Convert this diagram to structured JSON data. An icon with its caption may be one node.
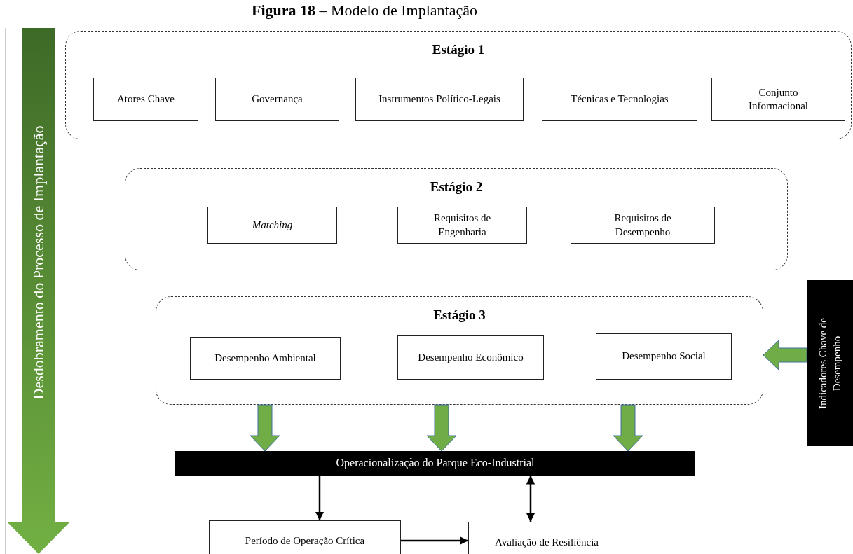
{
  "diagram": {
    "title": "**Figura 18** – Modelo de Implantação",
    "nodes": [
      {
        "text": [
          "Desdobramento do Processo de Implantação"
        ]
      },
      {
        "text": [
          "Estágio 1"
        ]
      },
      {
        "text": [
          "Atores Chave"
        ],
        "in": 1
      },
      {
        "text": [
          "Governança"
        ],
        "in": 1
      },
      {
        "text": [
          "Instrumentos Político-Legais"
        ],
        "in": 1
      },
      {
        "text": [
          "Técnicas e Tecnologias"
        ],
        "in": 1
      },
      {
        "text": [
          "Conjunto Informacional"
        ],
        "in": 1
      },
      {
        "text": [
          "Estágio 2"
        ]
      },
      {
        "text": [
          "Matching"
        ],
        "in": 7
      },
      {
        "text": [
          "Requisitos de Engenharia"
        ],
        "in": 7
      },
      {
        "text": [
          "Requisitos de Desempenho"
        ],
        "in": 7
      },
      {
        "text": [
          "Estágio 3"
        ]
      },
      {
        "text": [
          "Desempenho Ambiental"
        ],
        "in": 11
      },
      {
        "text": [
          "Desempenho Econômico"
        ],
        "in": 11
      },
      {
        "text": [
          "Desempenho Social"
        ],
        "in": 11
      },
      {
        "text": [
          "Indicadores Chave de Desempenho"
        ]
      },
      {
        "text": [
          "Operacionalização do Parque Eco-Industrial"
        ]
      },
      {
        "text": [
          "Período de Operação Crítica"
        ]
      },
      {
        "text": [
          "Avaliação de Resiliência"
        ]
      }
    ],
    "edges": [
      {
        "from": 11,
        "to": 16,
        "arrow": "to",
        "style": "thick",
        "color": "#70ad47"
      },
      {
        "from": 11,
        "to": 16,
        "arrow": "to",
        "style": "thick",
        "color": "#70ad47"
      },
      {
        "from": 11,
        "to": 16,
        "arrow": "to",
        "style": "thick",
        "color": "#70ad47"
      },
      {
        "from": 15,
        "to": 11,
        "arrow": "to",
        "style": "thick",
        "color": "#70ad47"
      },
      {
        "from": 16,
        "to": 17,
        "arrow": "to"
      },
      {
        "from": 16,
        "to": 18,
        "arrow": "both"
      },
      {
        "from": 17,
        "to": 18,
        "arrow": "to"
      }
    ]
  }
}
